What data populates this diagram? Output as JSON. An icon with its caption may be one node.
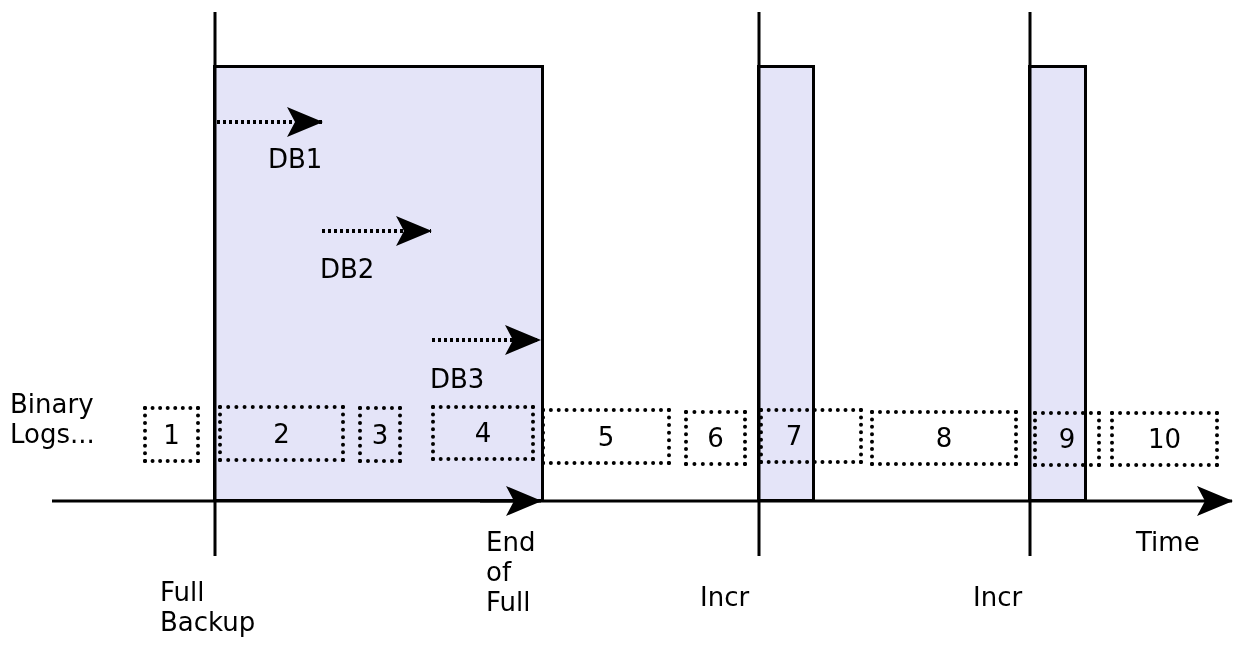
{
  "diagram": {
    "nodes": [
      {
        "text": [],
        "shape": "bar"
      },
      {
        "text": [],
        "shape": "bar"
      },
      {
        "text": [],
        "shape": "bar"
      },
      {
        "text": [
          "1"
        ]
      },
      {
        "text": [
          "2"
        ],
        "in": 0
      },
      {
        "text": [
          "3"
        ],
        "in": 0
      },
      {
        "text": [
          "4"
        ],
        "in": 0
      },
      {
        "text": [
          "5"
        ]
      },
      {
        "text": [
          "6"
        ]
      },
      {
        "text": [
          "7"
        ]
      },
      {
        "text": [
          "8"
        ]
      },
      {
        "text": [
          "9"
        ]
      },
      {
        "text": [
          "10"
        ]
      }
    ],
    "labels": [
      "DB1",
      "DB2",
      "DB3",
      "Binary Logs...",
      "Time",
      "End of Full",
      "Full Backup",
      "Incr",
      "Incr"
    ]
  }
}
